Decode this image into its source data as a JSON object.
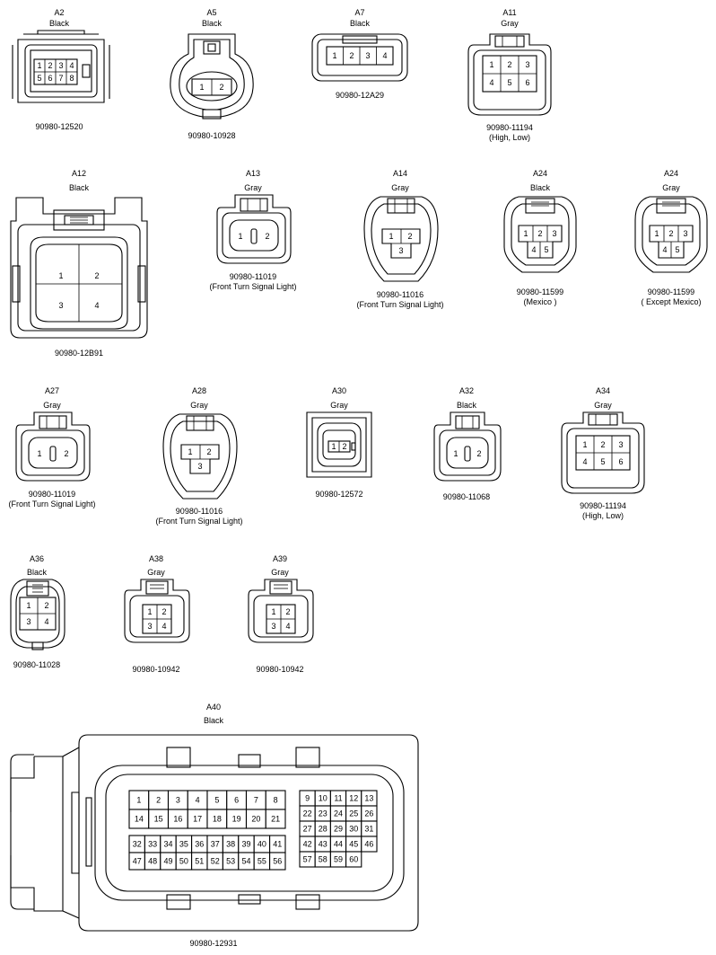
{
  "connectors": {
    "A2": {
      "id": "A2",
      "color": "Black",
      "part": "90980-12520",
      "note": "",
      "pins": [
        "1",
        "2",
        "3",
        "4",
        "5",
        "6",
        "7",
        "8"
      ]
    },
    "A5": {
      "id": "A5",
      "color": "Black",
      "part": "90980-10928",
      "note": "",
      "pins": [
        "1",
        "2"
      ]
    },
    "A7": {
      "id": "A7",
      "color": "Black",
      "part": "90980-12A29",
      "note": "",
      "pins": [
        "1",
        "2",
        "3",
        "4"
      ]
    },
    "A11": {
      "id": "A11",
      "color": "Gray",
      "part": "90980-11194",
      "note": "(High, Low)",
      "pins": [
        "1",
        "2",
        "3",
        "4",
        "5",
        "6"
      ]
    },
    "A12": {
      "id": "A12",
      "color": "Black",
      "part": "90980-12B91",
      "note": "",
      "pins": [
        "1",
        "2",
        "3",
        "4"
      ]
    },
    "A13": {
      "id": "A13",
      "color": "Gray",
      "part": "90980-11019",
      "note": "(Front Turn Signal Light)",
      "pins": [
        "1",
        "2"
      ]
    },
    "A14": {
      "id": "A14",
      "color": "Gray",
      "part": "90980-11016",
      "note": "(Front Turn Signal Light)",
      "pins": [
        "1",
        "2",
        "3"
      ]
    },
    "A24m": {
      "id": "A24",
      "color": "Black",
      "part": "90980-11599",
      "note": "(Mexico )",
      "pins": [
        "1",
        "2",
        "3",
        "4",
        "5"
      ]
    },
    "A24e": {
      "id": "A24",
      "color": "Gray",
      "part": "90980-11599",
      "note": "( Except Mexico)",
      "pins": [
        "1",
        "2",
        "3",
        "4",
        "5"
      ]
    },
    "A27": {
      "id": "A27",
      "color": "Gray",
      "part": "90980-11019",
      "note": "(Front Turn Signal Light)",
      "pins": [
        "1",
        "2"
      ]
    },
    "A28": {
      "id": "A28",
      "color": "Gray",
      "part": "90980-11016",
      "note": "(Front Turn Signal Light)",
      "pins": [
        "1",
        "2",
        "3"
      ]
    },
    "A30": {
      "id": "A30",
      "color": "Gray",
      "part": "90980-12572",
      "note": "",
      "pins": [
        "1",
        "2"
      ]
    },
    "A32": {
      "id": "A32",
      "color": "Black",
      "part": "90980-11068",
      "note": "",
      "pins": [
        "1",
        "2"
      ]
    },
    "A34": {
      "id": "A34",
      "color": "Gray",
      "part": "90980-11194",
      "note": "(High, Low)",
      "pins": [
        "1",
        "2",
        "3",
        "4",
        "5",
        "6"
      ]
    },
    "A36": {
      "id": "A36",
      "color": "Black",
      "part": "90980-11028",
      "note": "",
      "pins": [
        "1",
        "2",
        "3",
        "4"
      ]
    },
    "A38": {
      "id": "A38",
      "color": "Gray",
      "part": "90980-10942",
      "note": "",
      "pins": [
        "1",
        "2",
        "3",
        "4"
      ]
    },
    "A39": {
      "id": "A39",
      "color": "Gray",
      "part": "90980-10942",
      "note": "",
      "pins": [
        "1",
        "2",
        "3",
        "4"
      ]
    },
    "A40": {
      "id": "A40",
      "color": "Black",
      "part": "90980-12931",
      "note": "",
      "left_rows": [
        [
          "1",
          "2",
          "3",
          "4",
          "5",
          "6",
          "7",
          "8"
        ],
        [
          "14",
          "15",
          "16",
          "17",
          "18",
          "19",
          "20",
          "21"
        ],
        [
          "32",
          "33",
          "34",
          "35",
          "36",
          "37",
          "38",
          "39",
          "40",
          "41"
        ],
        [
          "47",
          "48",
          "49",
          "50",
          "51",
          "52",
          "53",
          "54",
          "55",
          "56"
        ]
      ],
      "right_rows": [
        [
          "9",
          "10",
          "11",
          "12",
          "13"
        ],
        [
          "22",
          "23",
          "24",
          "25",
          "26"
        ],
        [
          "27",
          "28",
          "29",
          "30",
          "31"
        ],
        [
          "42",
          "43",
          "44",
          "45",
          "46"
        ],
        [
          "57",
          "58",
          "59",
          "60"
        ]
      ]
    }
  }
}
